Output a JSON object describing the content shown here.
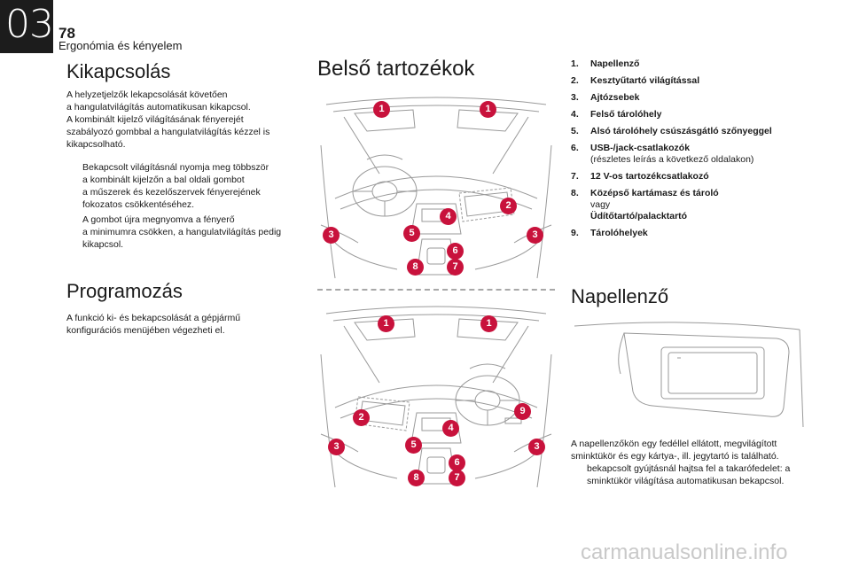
{
  "header": {
    "chapter": "03",
    "page_number": "78",
    "chapter_title": "Ergonómia és kényelem"
  },
  "left": {
    "kikapcsolas_title": "Kikapcsolás",
    "kikapcsolas_para": "A helyzetjelzők lekapcsolását követően\na hangulatvilágítás automatikusan kikapcsol.\nA kombinált kijelző világításának fényerejét\nszabályozó gombbal a hangulatvilágítás kézzel is\nkikapcsolható.",
    "bullets": [
      "Bekapcsolt világításnál nyomja meg többször\na kombinált kijelzőn a bal oldali gombot\na műszerek és kezelőszervek fényerejének\nfokozatos csökkentéséhez.",
      "A gombot újra megnyomva a fényerő\na minimumra csökken, a hangulatvilágítás pedig\nkikapcsol."
    ],
    "bullet_glyph": "",
    "programozas_title": "Programozás",
    "programozas_para": "A funkció ki- és bekapcsolását a gépjármű\nkonfigurációs menüjében végezheti el."
  },
  "middle": {
    "title": "Belső tartozékok"
  },
  "diagram_top": {
    "callouts": [
      "1",
      "1",
      "2",
      "3",
      "3",
      "4",
      "5",
      "6",
      "7",
      "8"
    ]
  },
  "diagram_bottom": {
    "callouts": [
      "1",
      "1",
      "2",
      "3",
      "3",
      "4",
      "5",
      "6",
      "7",
      "8",
      "9"
    ]
  },
  "right": {
    "items": [
      {
        "n": "1.",
        "label": "Napellenző"
      },
      {
        "n": "2.",
        "label": "Kesztyűtartó világítással"
      },
      {
        "n": "3.",
        "label": "Ajtózsebek"
      },
      {
        "n": "4.",
        "label": "Felső tárolóhely"
      },
      {
        "n": "5.",
        "label": "Alsó tárolóhely csúszásgátló szőnyeggel"
      },
      {
        "n": "6.",
        "label": "USB-/jack-csatlakozók",
        "sub": "(részletes leírás a következő oldalakon)"
      },
      {
        "n": "7.",
        "label": "12 V-os tartozékcsatlakozó"
      },
      {
        "n": "8.",
        "label": "Középső kartámasz és tároló",
        "sub": "vagy",
        "label2": "Üdítőtartó/palacktartó"
      },
      {
        "n": "9.",
        "label": "Tárolóhelyek"
      }
    ],
    "napellenzo_title": "Napellenző",
    "napellenzo_para": "A napellenzőkön egy fedéllel ellátott, megvilágított\nsminktükör és egy kártya-, ill. jegytartó is található.",
    "napellenzo_bullet": "bekapcsolt gyújtásnál hajtsa fel a takarófedelet: a\nsminktükör világítása automatikusan bekapcsol."
  },
  "footer": {
    "watermark": "carmanualsonline.info"
  },
  "colors": {
    "callout": "#c8123c",
    "line_art": "#9a9a9a",
    "chapter_box": "#1c1c1c"
  }
}
